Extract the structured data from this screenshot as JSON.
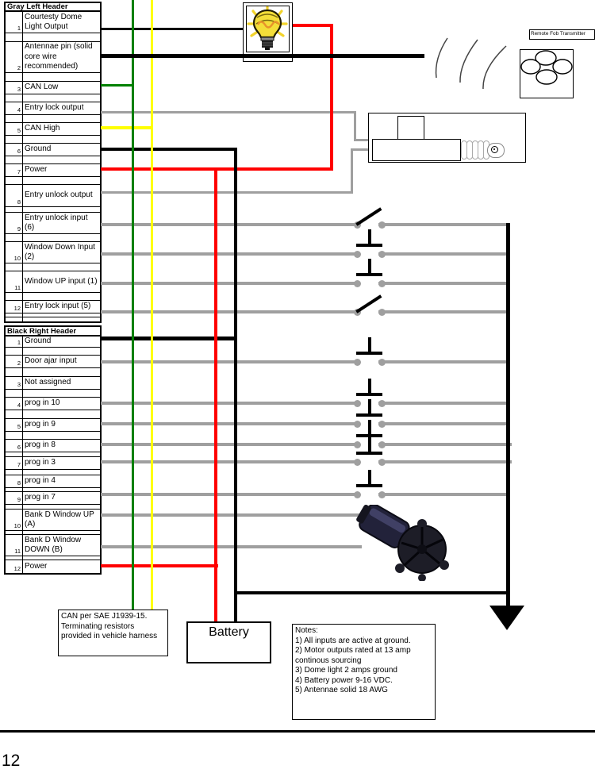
{
  "page": {
    "number": "12"
  },
  "colors": {
    "can_low_wire": "#008000",
    "can_high_wire": "#ffff00",
    "power_wire": "#ff0000",
    "ground_wire": "#000000",
    "signal_wire": "#9f9f9f"
  },
  "gray_table": {
    "title": "Gray Left Header",
    "rows": [
      {
        "num": "1",
        "label": "Courtesty Dome Light Output"
      },
      {
        "num": "2",
        "label": "Antennae pin (solid core wire recommended)"
      },
      {
        "num": "3",
        "label": "CAN Low"
      },
      {
        "num": "4",
        "label": "Entry lock output"
      },
      {
        "num": "5",
        "label": "CAN High"
      },
      {
        "num": "6",
        "label": "Ground"
      },
      {
        "num": "7",
        "label": "Power"
      },
      {
        "num": "8",
        "label": "Entry unlock output"
      },
      {
        "num": "9",
        "label": "Entry unlock input (6)"
      },
      {
        "num": "10",
        "label": "Window Down Input (2)"
      },
      {
        "num": "11",
        "label": "Window UP input (1)"
      },
      {
        "num": "12",
        "label": "Entry lock input (5)"
      }
    ]
  },
  "black_table": {
    "title": "Black Right Header",
    "rows": [
      {
        "num": "1",
        "label": "Ground"
      },
      {
        "num": "2",
        "label": "Door ajar input"
      },
      {
        "num": "3",
        "label": "Not assigned"
      },
      {
        "num": "4",
        "label": "prog in 10"
      },
      {
        "num": "5",
        "label": "prog in 9"
      },
      {
        "num": "6",
        "label": "prog in 8"
      },
      {
        "num": "7",
        "label": "prog in 3"
      },
      {
        "num": "8",
        "label": "prog in 4"
      },
      {
        "num": "9",
        "label": "prog in 7"
      },
      {
        "num": "10",
        "label": "Bank D Window UP (A)"
      },
      {
        "num": "11",
        "label": "Bank D Window DOWN (B)"
      },
      {
        "num": "12",
        "label": "Power"
      }
    ]
  },
  "can_note": {
    "lines": [
      "CAN per SAE J1939-15.",
      "Terminating resistors",
      "provided in vehicle harness"
    ]
  },
  "battery": {
    "label": "Battery"
  },
  "notes": {
    "lines": [
      "Notes:",
      "1) All inputs are active at ground.",
      "2) Motor outputs rated at 13 amp continous sourcing",
      "3) Dome light 2 amps ground",
      "4) Battery power 9-16 VDC.",
      "5) Antennae solid 18 AWG"
    ]
  },
  "remote_fob": {
    "label": "Remote Fob Transmitter"
  }
}
